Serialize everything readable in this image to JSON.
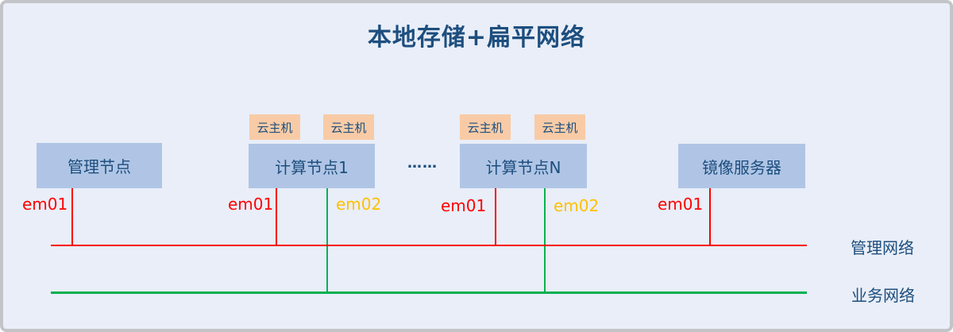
{
  "title": "本地存储+扁平网络",
  "nodes": [
    {
      "label": "管理节点"
    },
    {
      "label": "计算节点1"
    },
    {
      "label": "计算节点N"
    },
    {
      "label": "镜像服务器"
    }
  ],
  "vm_label": "云主机",
  "ellipsis": "……",
  "ports": {
    "em01": "em01",
    "em02": "em02"
  },
  "networks": [
    {
      "label": "管理网络",
      "color": "#ff0000"
    },
    {
      "label": "业务网络",
      "color": "#00b050"
    }
  ],
  "colors": {
    "background": "#e9eef8",
    "frame_border": "#c3c4c8",
    "node_fill": "#b0c5e5",
    "vm_fill": "#f8cba6",
    "text_dark_blue": "#1d4e7e",
    "em01": "#ff0000",
    "em02": "#ffc000",
    "management_network_line": "#ff0000",
    "business_network_line": "#00b050"
  }
}
